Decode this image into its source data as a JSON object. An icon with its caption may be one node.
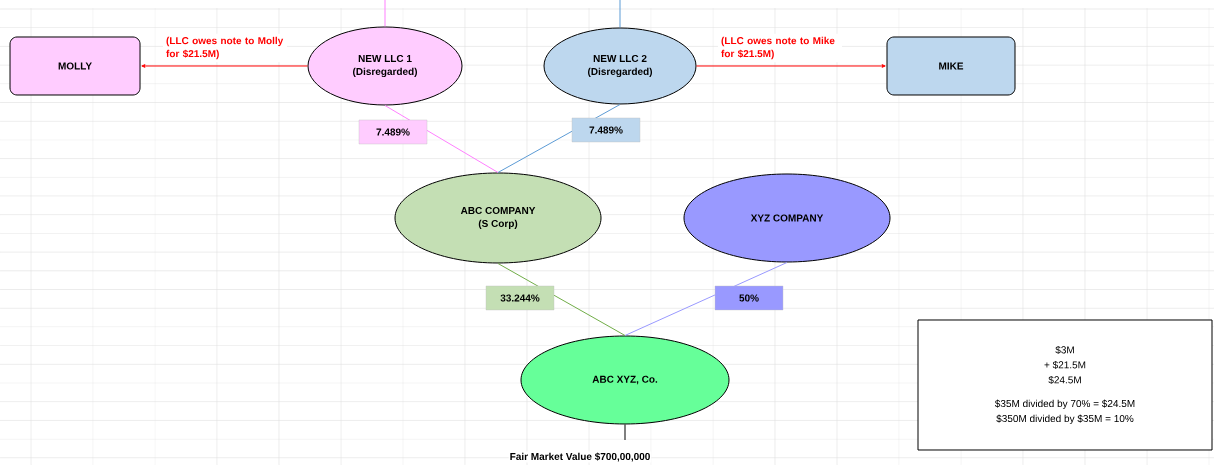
{
  "diagram": {
    "nodes": [
      {
        "text": [
          "MOLLY"
        ]
      },
      {
        "text": [
          "NEW LLC 1",
          "(Disregarded)"
        ]
      },
      {
        "text": [
          "NEW LLC 2",
          "(Disregarded)"
        ]
      },
      {
        "text": [
          "MIKE"
        ]
      },
      {
        "text": [
          "ABC COMPANY",
          "(S Corp)"
        ]
      },
      {
        "text": [
          "XYZ COMPANY"
        ]
      },
      {
        "text": [
          "ABC XYZ, Co."
        ]
      },
      {
        "text": [
          "$3M",
          "+ $21.5M",
          "$24.5M",
          "$35M divided by 70% = $24.5M",
          "$350M divided by $35M = 10%"
        ]
      }
    ],
    "edges": [
      {
        "from": 1,
        "to": 0,
        "arrow": "to",
        "label": "(LLC owes note to Molly for $21.5M)",
        "color": "#ff0000"
      },
      {
        "from": 2,
        "to": 3,
        "arrow": "to",
        "label": "(LLC owes note to Mike for $21.5M)",
        "color": "#ff0000"
      },
      {
        "from": null,
        "to": 1,
        "arrow": "none",
        "color": "#ff80ff"
      },
      {
        "from": null,
        "to": 2,
        "arrow": "none",
        "color": "#5b9bd5"
      },
      {
        "from": 1,
        "to": 4,
        "arrow": "none",
        "label": "7.489%",
        "color": "#ff80ff"
      },
      {
        "from": 2,
        "to": 4,
        "arrow": "none",
        "label": "7.489%",
        "color": "#5b9bd5"
      },
      {
        "from": 4,
        "to": 6,
        "arrow": "none",
        "label": "33.244%",
        "color": "#70ad47"
      },
      {
        "from": 5,
        "to": 6,
        "arrow": "none",
        "label": "50%",
        "color": "#9999ff"
      },
      {
        "from": 6,
        "to": null,
        "arrow": "none",
        "color": "#000000"
      }
    ],
    "labels": [
      "Fair Market Value $700,00,000"
    ]
  }
}
